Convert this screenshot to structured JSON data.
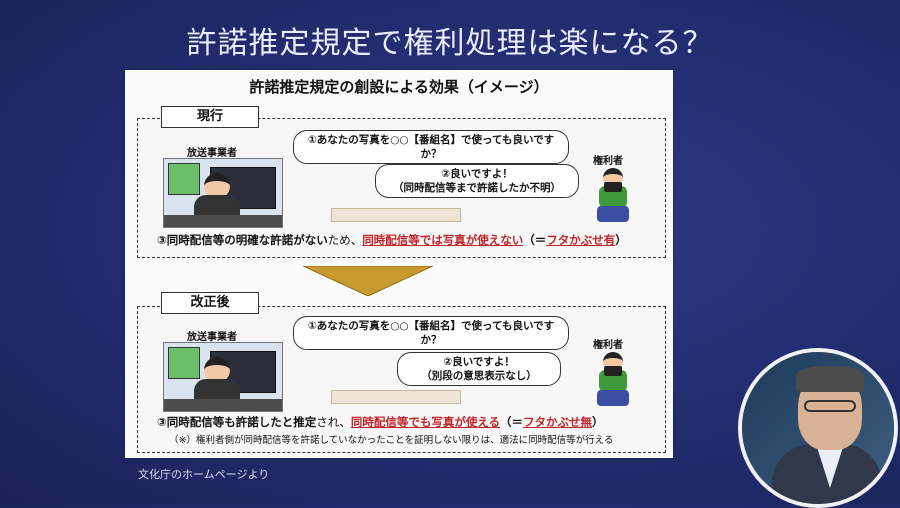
{
  "title": "許諾推定規定で権利処理は楽になる？",
  "slide": {
    "heading": "許諾推定規定の創設による効果（イメージ）",
    "current": {
      "tag": "現行",
      "broadcaster_label": "放送事業者",
      "rightsholder_label": "権利者",
      "bubble1": "①あなたの写真を○○【番組名】で使っても良いですか？",
      "bubble2_line1": "②良いですよ！",
      "bubble2_line2": "（同時配信等まで許諾したか不明）",
      "result_prefix": "③同時配信等の明確な許諾がない",
      "result_mid": "ため、",
      "result_red": "同時配信等では写真が使えない",
      "result_paren_open": "（＝",
      "result_red2": "フタかぶせ有",
      "result_paren_close": "）"
    },
    "revised": {
      "tag": "改正後",
      "broadcaster_label": "放送事業者",
      "rightsholder_label": "権利者",
      "bubble1": "①あなたの写真を○○【番組名】で使っても良いですか？",
      "bubble2_line1": "②良いですよ！",
      "bubble2_line2": "（別段の意思表示なし）",
      "result_prefix": "③同時配信等も許諾したと推定",
      "result_mid": "され、",
      "result_red": "同時配信等でも写真が使える",
      "result_paren_open": "（＝",
      "result_red2": "フタかぶせ無",
      "result_paren_close": "）",
      "note": "（※）権利者側が同時配信等を許諾していなかったことを証明しない限りは、適法に同時配信等が行える"
    }
  },
  "source": "文化庁のホームページより",
  "colors": {
    "background": "#222c6e",
    "accent_red": "#c0262b",
    "arrow": "#c99a2e"
  }
}
